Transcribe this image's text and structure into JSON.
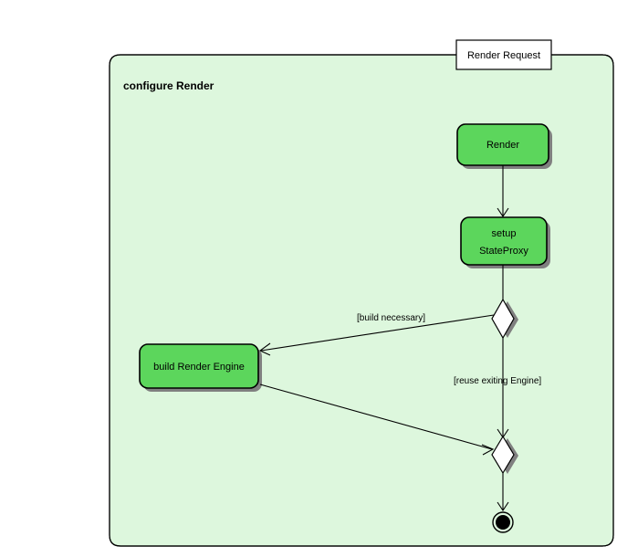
{
  "diagram": {
    "type": "uml-activity-diagram",
    "partition": {
      "title": "configure Render",
      "entry_label": "Render Request",
      "background_color": "#ddf7dd",
      "border_color": "#000000"
    },
    "colors": {
      "action_fill": "#5cd65c",
      "action_border": "#000000",
      "shadow": "#808080",
      "canvas": "#ffffff",
      "decision_fill": "#ffffff",
      "final_node": "#000000"
    },
    "nodes": [
      {
        "id": "render",
        "kind": "action",
        "label": "Render"
      },
      {
        "id": "setup",
        "kind": "action",
        "label_line1": "setup",
        "label_line2": "StateProxy"
      },
      {
        "id": "decision",
        "kind": "decision",
        "label": ""
      },
      {
        "id": "build",
        "kind": "action",
        "label": "build Render Engine"
      },
      {
        "id": "merge",
        "kind": "merge",
        "label": ""
      },
      {
        "id": "final",
        "kind": "activity-final",
        "label": ""
      }
    ],
    "edges": [
      {
        "id": "e1",
        "from": "render",
        "to": "setup",
        "guard": ""
      },
      {
        "id": "e2",
        "from": "setup",
        "to": "decision",
        "guard": ""
      },
      {
        "id": "e3",
        "from": "decision",
        "to": "build",
        "guard": "[build necessary]"
      },
      {
        "id": "e4",
        "from": "decision",
        "to": "merge",
        "guard": "[reuse exiting Engine]"
      },
      {
        "id": "e5",
        "from": "build",
        "to": "merge",
        "guard": ""
      },
      {
        "id": "e6",
        "from": "merge",
        "to": "final",
        "guard": ""
      }
    ],
    "guards": {
      "build_necessary": "[build necessary]",
      "reuse_existing": "[reuse exiting Engine]"
    }
  }
}
